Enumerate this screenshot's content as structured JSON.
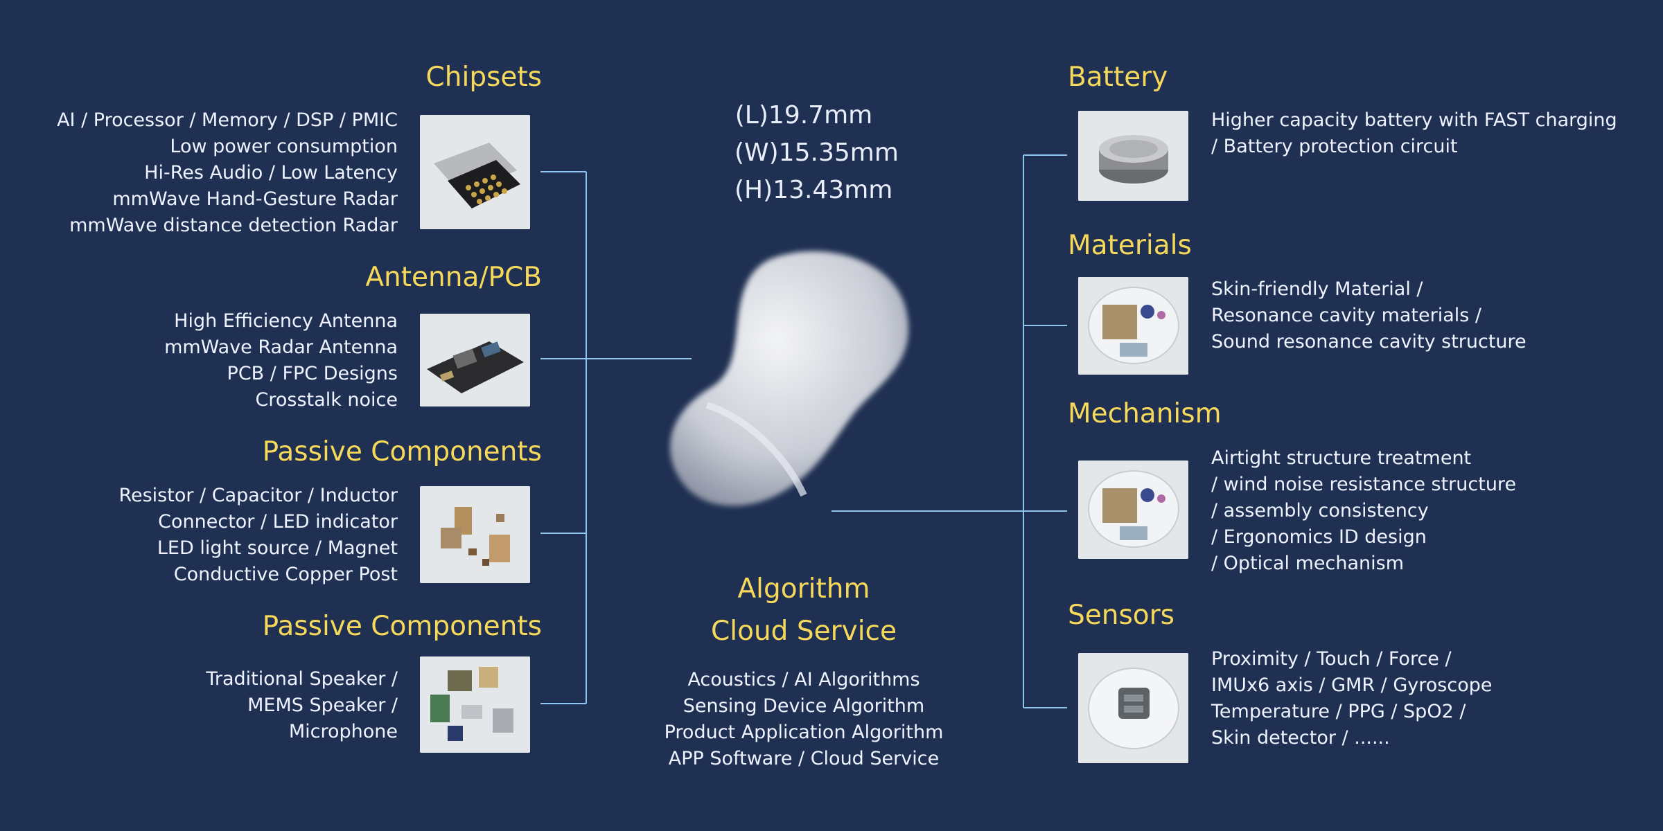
{
  "left": [
    {
      "title": "Chipsets",
      "lines": [
        "AI / Processor / Memory / DSP / PMIC",
        "Low power consumption",
        "Hi-Res Audio / Low Latency",
        "mmWave Hand-Gesture Radar",
        "mmWave distance detection Radar"
      ]
    },
    {
      "title": "Antenna/PCB",
      "lines": [
        "High Efficiency Antenna",
        "mmWave Radar Antenna",
        "PCB / FPC Designs",
        "Crosstalk noice"
      ]
    },
    {
      "title": "Passive Components",
      "lines": [
        "Resistor / Capacitor / Inductor",
        "Connector / LED indicator",
        "LED light source / Magnet",
        "Conductive Copper Post"
      ]
    },
    {
      "title": "Passive Components",
      "lines": [
        "Traditional Speaker /",
        "MEMS Speaker /",
        "Microphone"
      ]
    }
  ],
  "right": [
    {
      "title": "Battery",
      "lines": [
        "Higher capacity battery with FAST charging",
        "/ Battery protection circuit"
      ]
    },
    {
      "title": "Materials",
      "lines": [
        "Skin-friendly Material /",
        "Resonance cavity materials /",
        "Sound resonance cavity structure"
      ]
    },
    {
      "title": "Mechanism",
      "lines": [
        "Airtight structure treatment",
        "/ wind noise resistance structure",
        "/ assembly consistency",
        "/ Ergonomics ID design",
        "/ Optical mechanism"
      ]
    },
    {
      "title": "Sensors",
      "lines": [
        "Proximity / Touch / Force /",
        "IMUx6 axis / GMR / Gyroscope",
        "Temperature / PPG / SpO2 /",
        "Skin detector / ......"
      ]
    }
  ],
  "center": {
    "dimensions": [
      "(L)19.7mm",
      "(W)15.35mm",
      "(H)13.43mm"
    ],
    "algorithm_title": [
      "Algorithm",
      "Cloud Service"
    ],
    "algorithm_lines": [
      "Acoustics / AI Algorithms",
      "Sensing Device Algorithm",
      "Product Application Algorithm",
      "APP Software / Cloud Service"
    ]
  },
  "colors": {
    "background": "#1f3052",
    "heading": "#f6d95a",
    "text": "#eef3ff",
    "connector": "#8fc6f0"
  }
}
